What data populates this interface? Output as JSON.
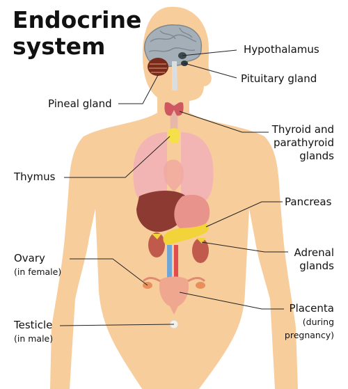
{
  "title": [
    "Endocrine",
    "system"
  ],
  "labels": {
    "hypothalamus": "Hypothalamus",
    "pituitary": "Pituitary gland",
    "pineal": "Pineal gland",
    "thyroid": [
      "Thyroid and",
      "parathyroid",
      "glands"
    ],
    "thymus": "Thymus",
    "pancreas": "Pancreas",
    "adrenal": [
      "Adrenal",
      "glands"
    ],
    "ovary": "Ovary",
    "ovary_note": "(in female)",
    "placenta": "Placenta",
    "placenta_note": [
      "(during",
      "pregnancy)"
    ],
    "testicle": "Testicle",
    "testicle_note": "(in male)"
  },
  "colors": {
    "skin": "#f8cd9c",
    "brain": "#a5afb8",
    "lung": "#f2b5b3",
    "liver": "#8d3b32",
    "stomach": "#e8948c",
    "thyroid": "#cf5760",
    "thymus": "#f5e04a",
    "pancreas": "#f2d33a",
    "kidney": "#c05a4c",
    "uterus": "#f0a790",
    "aorta": "#e14c4c",
    "vein": "#6fa6d6"
  }
}
